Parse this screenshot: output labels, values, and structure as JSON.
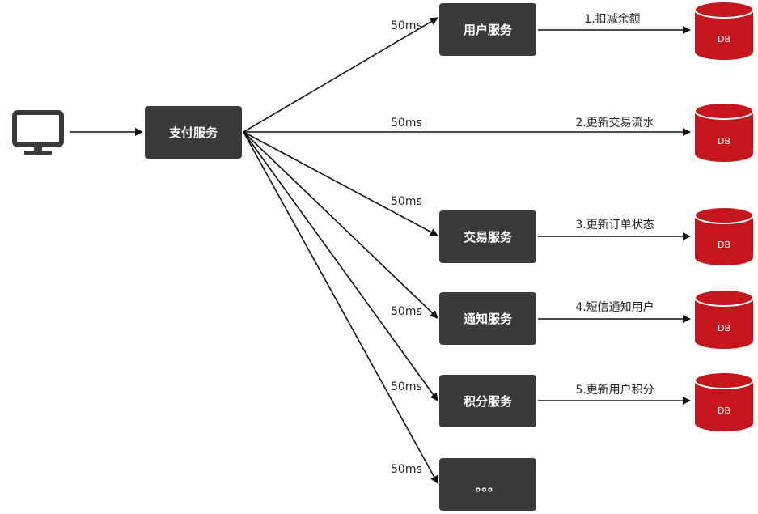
{
  "colors": {
    "box_fill": "#3a3a3c",
    "box_text": "#ffffff",
    "db_fill": "#c4161c",
    "db_top": "#d42026",
    "line": "#111111",
    "monitor": "#3a3a3c"
  },
  "client": {
    "icon": "monitor-icon"
  },
  "payment_service": {
    "label": "支付服务"
  },
  "services": [
    {
      "label": "用户服务",
      "latency": "50ms",
      "action": "1.扣减余额",
      "db": "DB"
    },
    {
      "label": "",
      "latency": "50ms",
      "action": "2.更新交易流水",
      "db": "DB"
    },
    {
      "label": "交易服务",
      "latency": "50ms",
      "action": "3.更新订单状态",
      "db": "DB"
    },
    {
      "label": "通知服务",
      "latency": "50ms",
      "action": "4.短信通知用户",
      "db": "DB"
    },
    {
      "label": "积分服务",
      "latency": "50ms",
      "action": "5.更新用户积分",
      "db": "DB"
    },
    {
      "label": "。。。",
      "latency": "50ms",
      "action": "",
      "db": ""
    }
  ]
}
